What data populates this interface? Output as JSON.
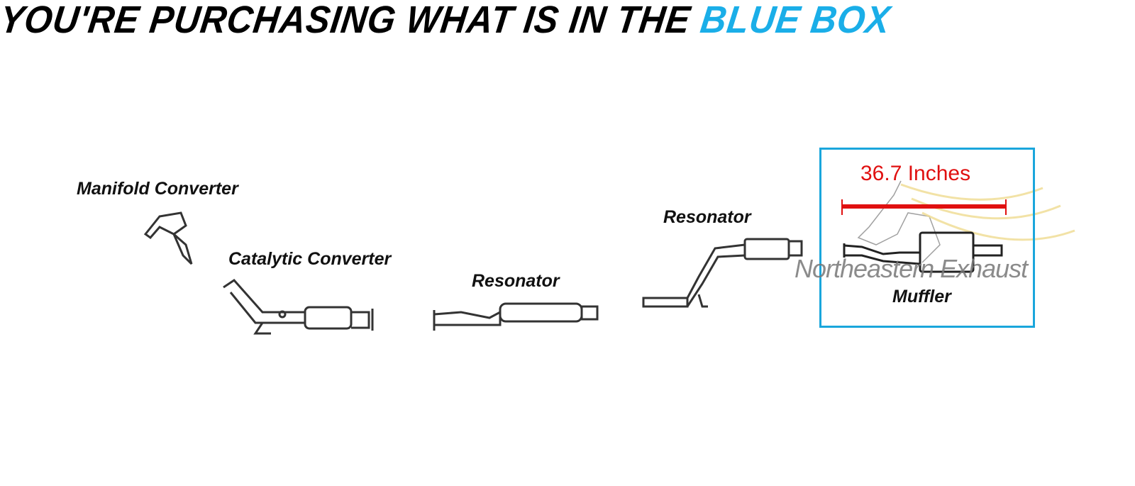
{
  "header": {
    "title_prefix": "YOU'RE PURCHASING WHAT IS IN THE",
    "title_highlight": "BLUE BOX"
  },
  "parts": [
    {
      "label": "Manifold Converter"
    },
    {
      "label": "Catalytic Converter"
    },
    {
      "label": "Resonator"
    },
    {
      "label": "Resonator"
    },
    {
      "label": "Muffler"
    }
  ],
  "selected": {
    "dimension": "36.7 Inches",
    "watermark": "Northeastern Exhaust"
  },
  "colors": {
    "highlight": "#1aa6dc",
    "dimension": "#e01010"
  }
}
